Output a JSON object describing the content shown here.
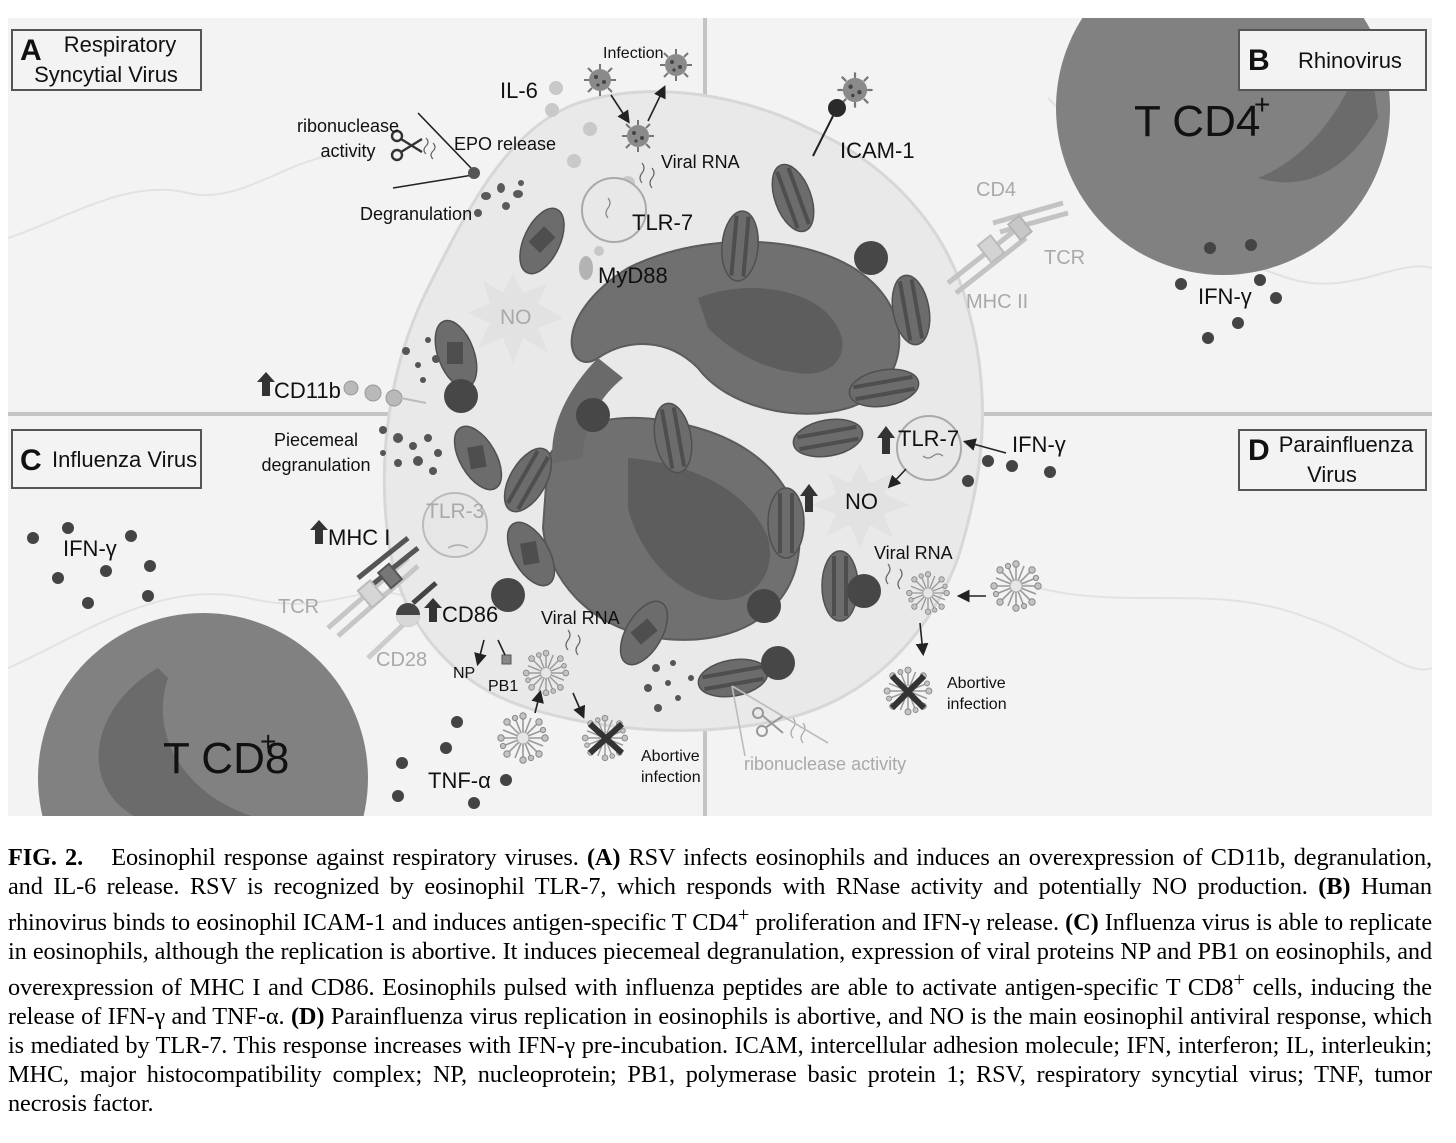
{
  "panels": {
    "a": {
      "letter": "A",
      "title_line1": "Respiratory",
      "title_line2": "Syncytial Virus"
    },
    "b": {
      "letter": "B",
      "title": "Rhinovirus"
    },
    "c": {
      "letter": "C",
      "title": "Influenza Virus"
    },
    "d": {
      "letter": "D",
      "title_line1": "Parainfluenza",
      "title_line2": "Virus"
    }
  },
  "labels": {
    "infection": "Infection",
    "il6": "IL-6",
    "ribonuclease_line1": "ribonuclease",
    "ribonuclease_line2": "activity",
    "epo_release": "EPO release",
    "viral_rna_top": "Viral RNA",
    "degranulation": "Degranulation",
    "tlr7_top": "TLR-7",
    "myd88": "MyD88",
    "no_top": "NO",
    "icam1": "ICAM-1",
    "t_cd4": "T CD4",
    "cd4_sup": "+",
    "cd4": "CD4",
    "tcr_b": "TCR",
    "mhc2": "MHC II",
    "ifng_b": "IFN-γ",
    "cd11b": "CD11b",
    "piecemeal_line1": "Piecemeal",
    "piecemeal_line2": "degranulation",
    "tlr3": "TLR-3",
    "mhc1": "MHC I",
    "ifng_c": "IFN-γ",
    "tcr_c": "TCR",
    "cd86": "CD86",
    "cd28": "CD28",
    "np": "NP",
    "pb1": "PB1",
    "viral_rna_c": "Viral RNA",
    "t_cd8": "T CD8",
    "cd8_sup": "+",
    "tnfa": "TNF-α",
    "abortive_c_line1": "Abortive",
    "abortive_c_line2": "infection",
    "ribonuclease_d": "ribonuclease activity",
    "tlr7_d": "TLR-7",
    "ifng_d": "IFN-γ",
    "no_d": "NO",
    "viral_rna_d": "Viral RNA",
    "abortive_d_line1": "Abortive",
    "abortive_d_line2": "infection"
  },
  "caption": {
    "fig_label": "FIG. 2.",
    "intro": "Eosinophil response against respiratory viruses.",
    "a_label": "(A)",
    "a_text": "RSV infects eosinophils and induces an overexpression of CD11b, degranulation, and IL-6 release. RSV is recognized by eosinophil TLR-7, which responds with RNase activity and potentially NO production.",
    "b_label": "(B)",
    "b_text_1": "Human rhinovirus binds to eosinophil ICAM-1 and induces antigen-specific T CD4",
    "b_sup": "+",
    "b_text_2": "proliferation and IFN-γ release.",
    "c_label": "(C)",
    "c_text_1": "Influenza virus is able to replicate in eosinophils, although the replication is abortive. It induces piecemeal degranulation, expression of viral proteins NP and PB1 on eosinophils, and overexpression of MHC I and CD86. Eosinophils pulsed with influenza peptides are able to activate antigen-specific T CD8",
    "c_sup": "+",
    "c_text_2": "cells, inducing the release of IFN-γ and TNF-α.",
    "d_label": "(D)",
    "d_text": "Parainfluenza virus replication in eosinophils is abortive, and NO is the main eosinophil antiviral response, which is mediated by TLR-7. This response increases with IFN-γ pre-incubation. ICAM, intercellular adhesion molecule; IFN, interferon; IL, interleukin; MHC, major histocompatibility complex; NP, nucleoprotein; PB1, polymerase basic protein 1; RSV, respiratory syncytial virus; TNF, tumor necrosis factor."
  }
}
